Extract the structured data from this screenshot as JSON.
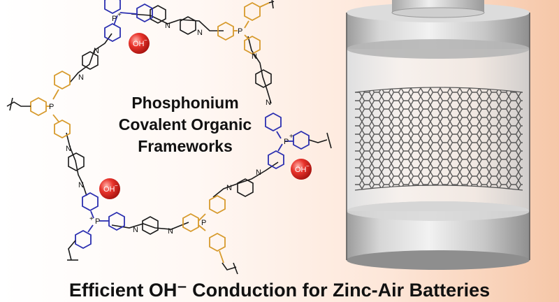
{
  "title": {
    "line1": "Phosphonium",
    "line2": "Covalent Organic",
    "line3": "Frameworks"
  },
  "caption": "Efficient OH⁻ Conduction for Zinc-Air Batteries",
  "ions": [
    {
      "label": "OH",
      "charge": "−"
    },
    {
      "label": "OH",
      "charge": "−"
    },
    {
      "label": "OH",
      "charge": "−"
    }
  ],
  "phosphorus_labels": [
    "P",
    "P",
    "P",
    "P",
    "P",
    "P"
  ],
  "phosphorus_charges": [
    "+",
    "+",
    "+"
  ],
  "nitrogen_label": "N",
  "colors": {
    "cationic_node": "#2b2fb0",
    "neutral_node": "#d79a2c",
    "linker": "#1a1a1a",
    "ion_red": "#e0302a",
    "background_peach": "#f6c7a8",
    "cylinder_grey": "#c4c4c4"
  }
}
